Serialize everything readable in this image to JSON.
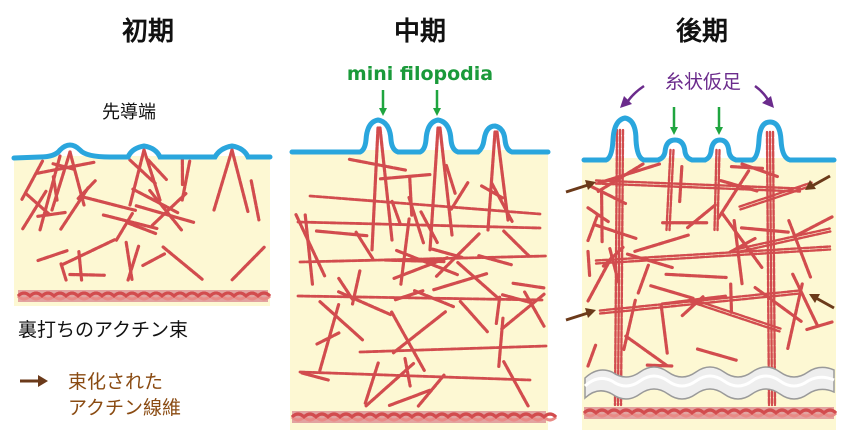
{
  "panels": [
    {
      "id": "early",
      "title": "初期"
    },
    {
      "id": "mid",
      "title": "中期"
    },
    {
      "id": "late",
      "title": "後期"
    }
  ],
  "labels": {
    "leading_edge": "先導端",
    "underlying_actin_bundle": "裏打ちのアクチン束",
    "mini_filopodia": "mini filopodia",
    "filopodia": "糸状仮足"
  },
  "legend": {
    "line1": "束化された",
    "line2": "アクチン線維"
  },
  "colors": {
    "cytoplasm": "#fdf8d3",
    "membrane": "#2aa6dd",
    "actin": "#d24c4e",
    "actin_light": "#e98a86",
    "bundle_arrow": "#6b3a1a",
    "mini_filopodia_text": "#1a9a3a",
    "mini_filopodia_arrow": "#1fa53f",
    "filopodia_text": "#6b2b8c",
    "legend_text": "#8a4b12",
    "title": "#111111"
  }
}
